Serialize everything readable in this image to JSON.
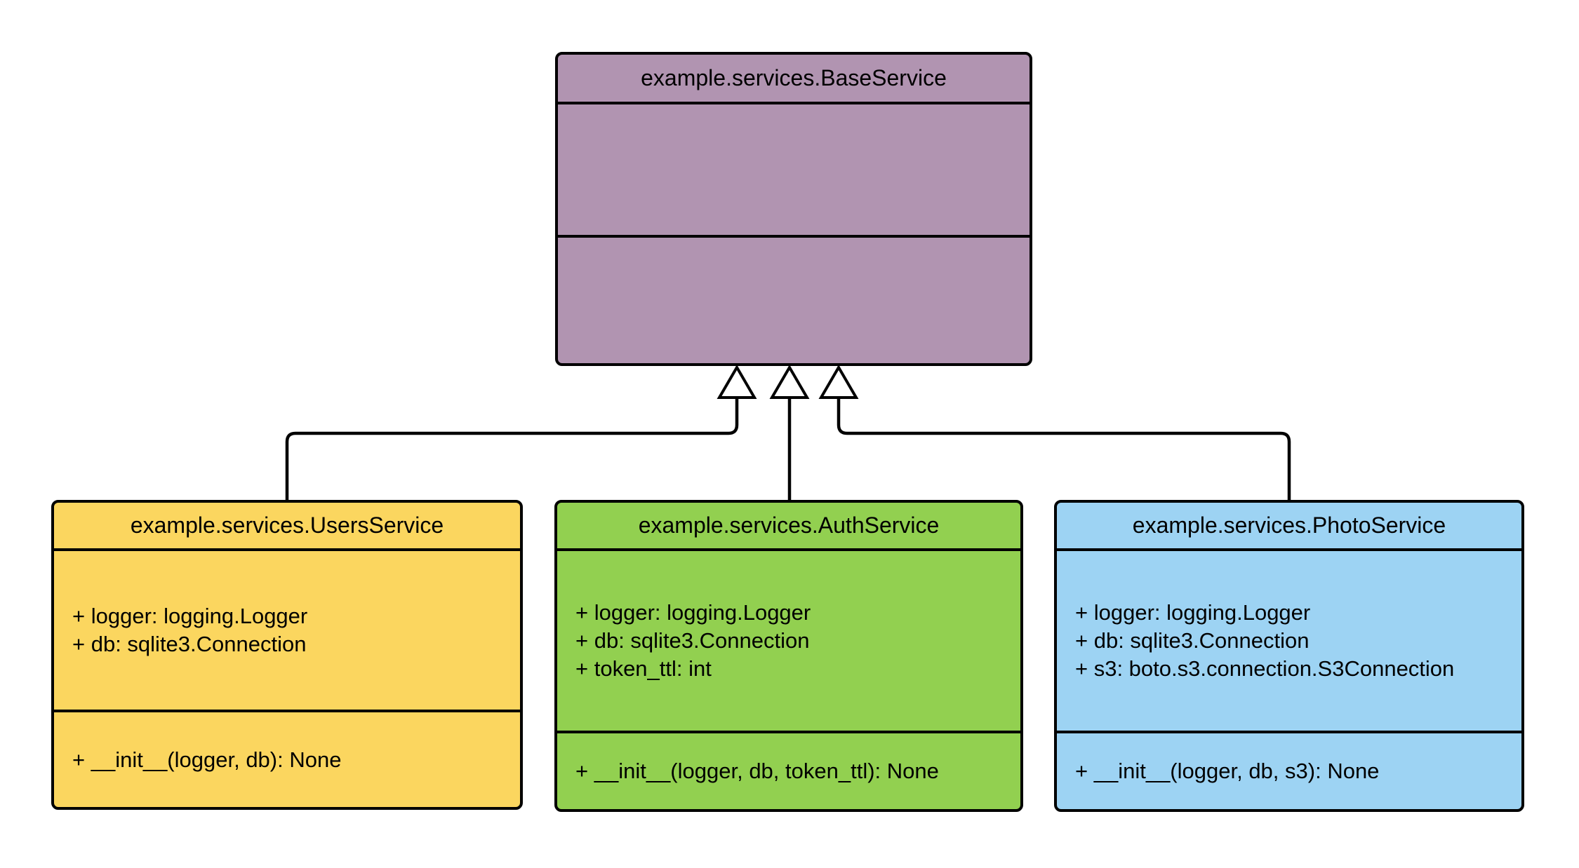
{
  "diagram": {
    "kind": "uml-class-diagram",
    "background": "#FFFFFF",
    "line_color": "#000000",
    "arrowhead_fill": "#FFFFFF"
  },
  "classes": {
    "base": {
      "title": "example.services.BaseService",
      "fill": "#B194B1",
      "attributes": [],
      "methods": []
    },
    "users": {
      "title": "example.services.UsersService",
      "fill": "#FBD65F",
      "attributes": [
        "+ logger: logging.Logger",
        "+ db: sqlite3.Connection"
      ],
      "methods": [
        "+ __init__(logger, db): None"
      ]
    },
    "auth": {
      "title": "example.services.AuthService",
      "fill": "#92D050",
      "attributes": [
        "+ logger: logging.Logger",
        "+ db: sqlite3.Connection",
        "+ token_ttl: int"
      ],
      "methods": [
        "+ __init__(logger, db, token_ttl): None"
      ]
    },
    "photo": {
      "title": "example.services.PhotoService",
      "fill": "#9DD3F3",
      "attributes": [
        "+ logger: logging.Logger",
        "+ db: sqlite3.Connection",
        "+ s3: boto.s3.connection.S3Connection"
      ],
      "methods": [
        "+ __init__(logger, db, s3): None"
      ]
    }
  },
  "relationships": [
    {
      "type": "generalization",
      "from": "example.services.UsersService",
      "to": "example.services.BaseService"
    },
    {
      "type": "generalization",
      "from": "example.services.AuthService",
      "to": "example.services.BaseService"
    },
    {
      "type": "generalization",
      "from": "example.services.PhotoService",
      "to": "example.services.BaseService"
    }
  ]
}
